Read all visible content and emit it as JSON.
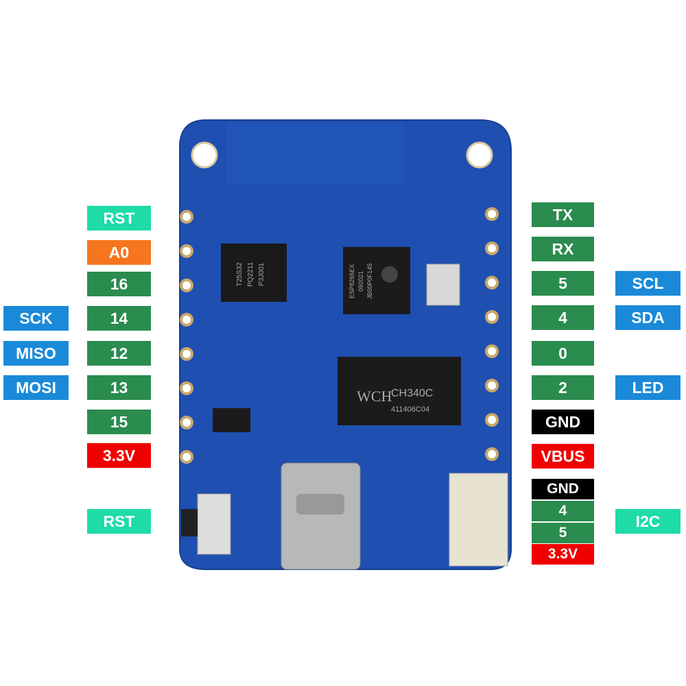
{
  "colors": {
    "reset": "#1edba8",
    "analog": "#f5761e",
    "gpio": "#2a8c4e",
    "function": "#1a8ad8",
    "power": "#f00000",
    "ground": "#000000",
    "pcb": "#1f4fb0"
  },
  "left_pins": [
    "RST",
    "A0",
    "16",
    "14",
    "12",
    "13",
    "15",
    "3.3V"
  ],
  "left_functions": [
    "SCK",
    "MISO",
    "MOSI"
  ],
  "left_button": "RST",
  "right_pins": [
    "TX",
    "RX",
    "5",
    "4",
    "0",
    "2",
    "GND",
    "VBUS"
  ],
  "right_functions": [
    "SCL",
    "SDA",
    "LED"
  ],
  "i2c_connector": {
    "pins": [
      "GND",
      "4",
      "5",
      "3.3V"
    ],
    "label": "I2C"
  },
  "chips": {
    "mcu": [
      "ESP8266EX",
      "092021",
      "JB00P0F145"
    ],
    "usb_serial": [
      "CH340C",
      "411406C04"
    ],
    "usb_logo": "WCH",
    "flash": [
      "T25S32",
      "PQ2211",
      "P3J001"
    ]
  }
}
